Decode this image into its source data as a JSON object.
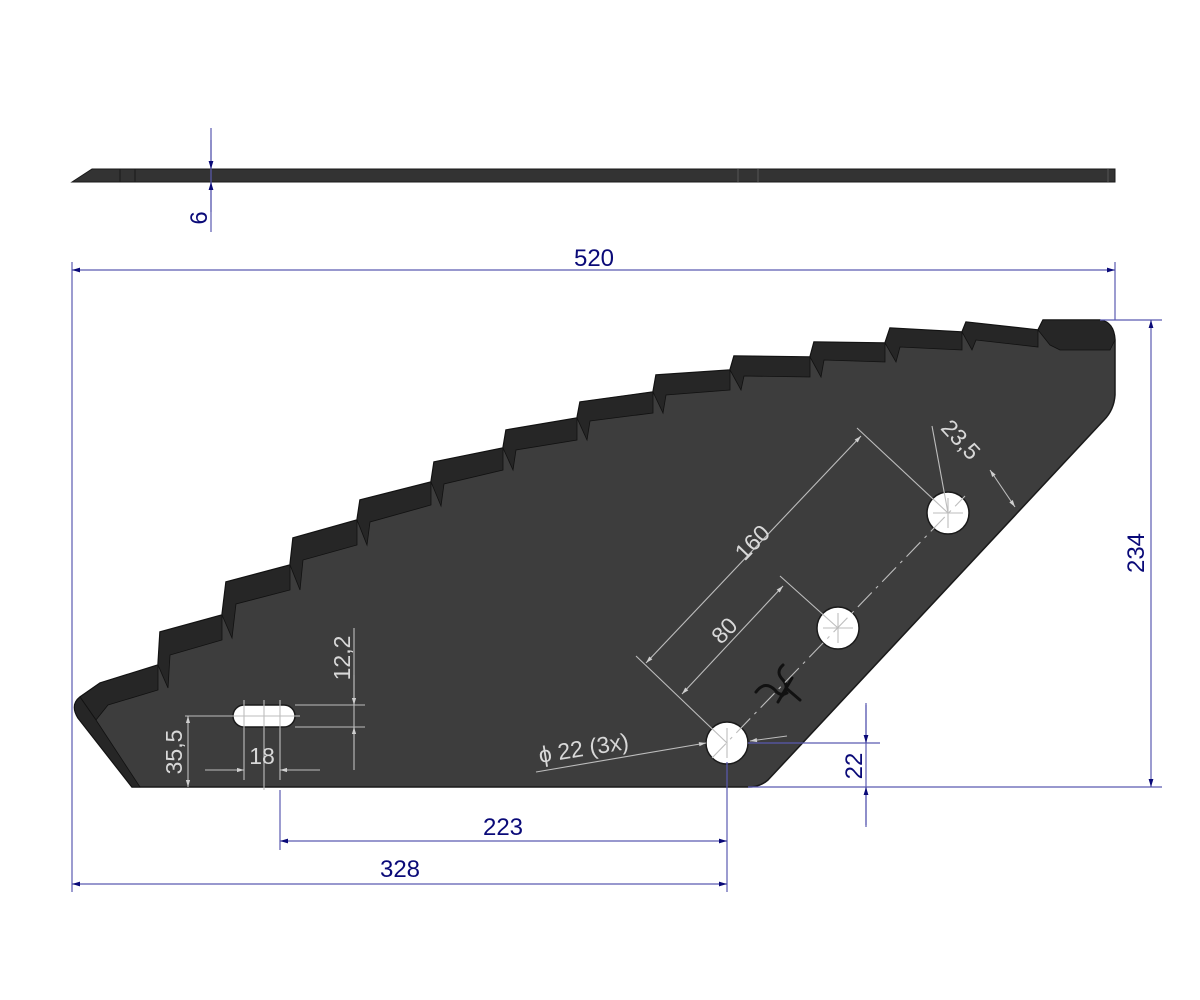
{
  "drawing": {
    "part": "serrated feed mixer knife",
    "colors": {
      "background": "#ffffff",
      "blade_face": "#3d3d3d",
      "blade_bevel": "#262626",
      "dimension_outer": "#0a0a78",
      "dimension_inner": "#d8d8d8"
    },
    "side_view": {
      "thickness_label": "6"
    },
    "dimensions": {
      "overall_length": "520",
      "overall_height": "234",
      "hole_pattern_long": "160",
      "hole_pattern_short": "80",
      "edge_offset": "23,5",
      "slot_height": "12,2",
      "slot_length": "18",
      "slot_from_bottom": "35,5",
      "hole_diameter": "ϕ 22  (3x)",
      "hole_from_bottom": "22",
      "slot_to_hole": "223",
      "left_to_hole": "328"
    }
  }
}
